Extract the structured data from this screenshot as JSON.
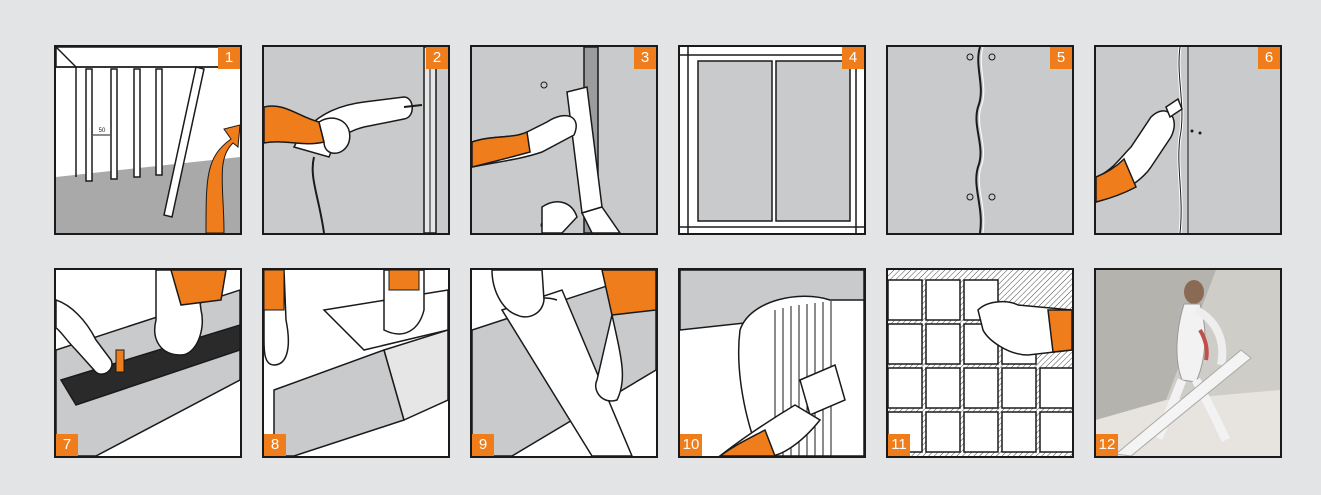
{
  "colors": {
    "accent": "#f07d1c",
    "wall": "#c9cacb",
    "background": "#e3e4e5",
    "line": "#1a1a1a"
  },
  "steps": [
    {
      "number": "1",
      "icon": "stud-frame-raise-icon"
    },
    {
      "number": "2",
      "icon": "drill-screw-icon"
    },
    {
      "number": "3",
      "icon": "caulking-gun-icon"
    },
    {
      "number": "4",
      "icon": "wall-panels-icon"
    },
    {
      "number": "5",
      "icon": "sealant-seam-icon"
    },
    {
      "number": "6",
      "icon": "smooth-seam-icon"
    },
    {
      "number": "7",
      "icon": "score-board-ruler-icon"
    },
    {
      "number": "8",
      "icon": "snap-board-icon"
    },
    {
      "number": "9",
      "icon": "saw-board-icon"
    },
    {
      "number": "10",
      "icon": "trowel-adhesive-icon"
    },
    {
      "number": "11",
      "icon": "lay-tiles-icon"
    },
    {
      "number": "12",
      "icon": "worker-photo-icon"
    }
  ],
  "step1": {
    "spacing_label": "50"
  }
}
